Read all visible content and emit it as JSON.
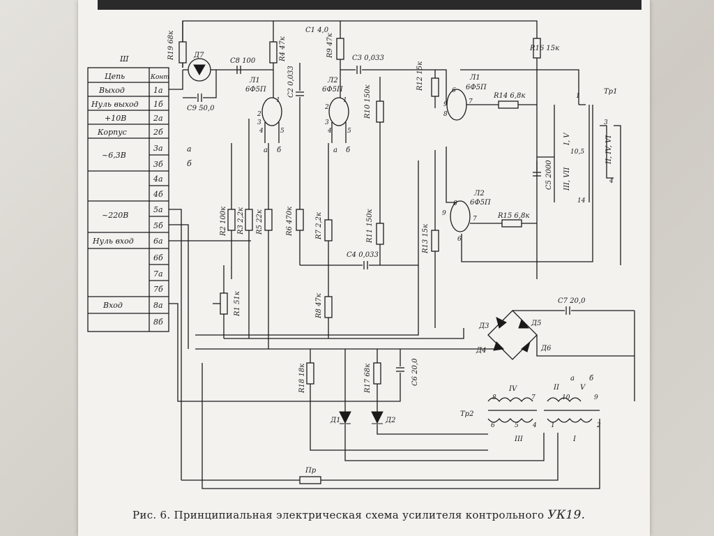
{
  "connector": {
    "title": "Ш",
    "header": [
      "Цепь",
      "Конт"
    ],
    "rows": [
      {
        "circuit": "Выход",
        "contact": "1а"
      },
      {
        "circuit": "Нуль выход",
        "contact": "1б"
      },
      {
        "circuit": "+10В",
        "contact": "2а"
      },
      {
        "circuit": "Корпус",
        "contact": "2б"
      },
      {
        "circuit": "~6,3В",
        "contact": "3а"
      },
      {
        "circuit": "",
        "contact": "3б"
      },
      {
        "circuit": "",
        "contact": "4а"
      },
      {
        "circuit": "",
        "contact": "4б"
      },
      {
        "circuit": "~220В",
        "contact": "5а"
      },
      {
        "circuit": "",
        "contact": "5б"
      },
      {
        "circuit": "Нуль вход",
        "contact": "6а"
      },
      {
        "circuit": "",
        "contact": "6б"
      },
      {
        "circuit": "",
        "contact": "7а"
      },
      {
        "circuit": "",
        "contact": "7б"
      },
      {
        "circuit": "Вход",
        "contact": "8а"
      },
      {
        "circuit": "",
        "contact": "8б"
      }
    ],
    "heater_labels": {
      "a": "а",
      "b": "б"
    }
  },
  "components": {
    "r19": "R19 68к",
    "d7": "Д7",
    "c8": "С8 100",
    "c9": "С9 50,0",
    "c1": "С1 4,0",
    "r4": "R4 47к",
    "r9": "R9 47к",
    "c3": "С3 0,033",
    "r16": "R16 15к",
    "l1a_name": "Л1",
    "l1a_type": "6Ф5П",
    "l2a_name": "Л2",
    "l2a_type": "6Ф5П",
    "c2": "С2 0,033",
    "r10": "R10 150к",
    "r12": "R12 15к",
    "l1b_name": "Л1",
    "l1b_type": "6Ф5П",
    "r14": "R14 6,8к",
    "tr1": "Тр1",
    "tr1_w1": "I, V",
    "tr1_w2": "III, VII",
    "tr1_w3": "II, IV, VI",
    "c5": "С5 2000",
    "l2b_name": "Л2",
    "l2b_type": "6Ф5П",
    "r15": "R15 6,8к",
    "r2": "R2 100к",
    "r3": "R3 2,2к",
    "r5": "R5 22к",
    "r6": "R6 470к",
    "r7": "R7 2,2к",
    "r11": "R11 150к",
    "r13": "R13 15к",
    "c4": "С4 0,033",
    "r1": "R1 51к",
    "r8": "R8 47к",
    "c7": "С7 20,0",
    "d3": "Д3",
    "d5": "Д5",
    "d4": "Д4",
    "d6": "Д6",
    "r18": "R18 18к",
    "r17": "R17 68к",
    "c6": "С6 20,0",
    "d1": "Д1",
    "d2": "Д2",
    "tr2": "Тр2",
    "tr2_w4": "IV",
    "tr2_w3": "III",
    "tr2_w1": "I",
    "tr2_w2": "II",
    "tr2_w5": "V",
    "pr": "Пр",
    "heater_a": "а",
    "heater_b": "б",
    "pin_labels": {
      "tube_l1a": [
        "1",
        "2",
        "3",
        "4",
        "5"
      ],
      "tube_l2a": [
        "1",
        "2",
        "3",
        "4",
        "5"
      ],
      "tube_l1b": [
        "6",
        "7",
        "8",
        "9"
      ],
      "tube_l2b": [
        "6",
        "7",
        "8",
        "9"
      ],
      "tr1": [
        "1",
        "3",
        "4",
        "10,5",
        "14"
      ],
      "tr2": [
        "8",
        "7",
        "10",
        "9",
        "6",
        "5",
        "4",
        "1",
        "2"
      ]
    }
  },
  "caption": {
    "text": "Рис. 6. Принципиальная электрическая схема усилителя контрольного",
    "model": "УК19."
  }
}
